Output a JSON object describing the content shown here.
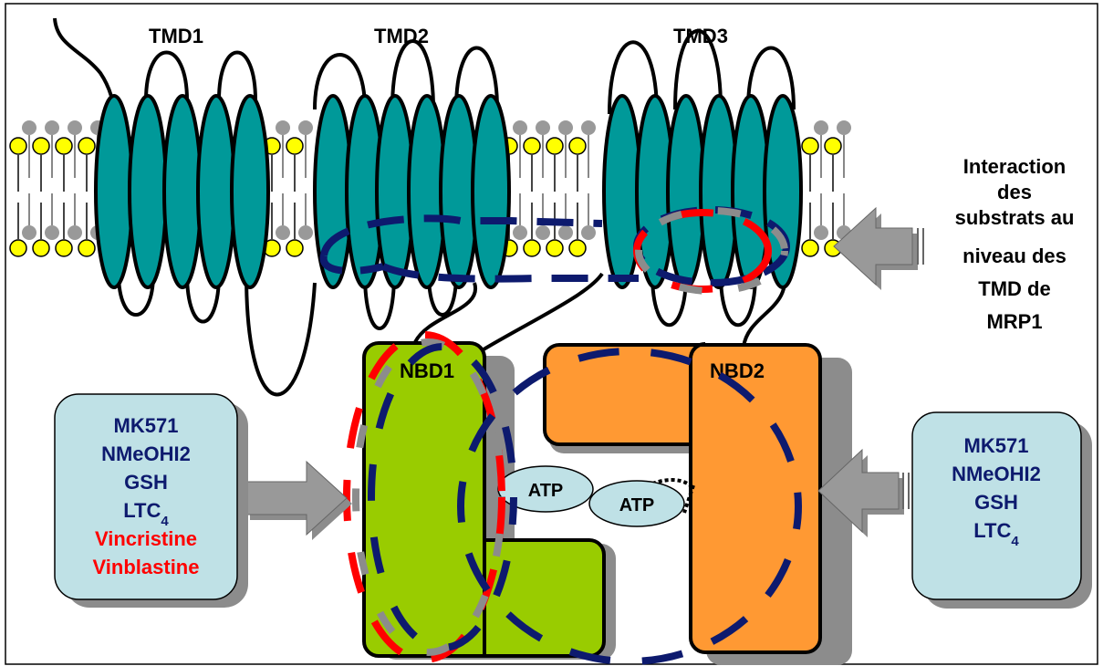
{
  "tmd_labels": [
    "TMD1",
    "TMD2",
    "TMD3"
  ],
  "nbd_labels": [
    "NBD1",
    "NBD2"
  ],
  "atp_labels": [
    "ATP",
    "ATP"
  ],
  "side_note": [
    "Interaction",
    "des",
    "substrats au",
    "niveau des",
    "TMD de",
    "MRP1"
  ],
  "left_box": {
    "lines": [
      {
        "text": "MK571",
        "color": "#0d1a6e"
      },
      {
        "text": "NMeOHI2",
        "color": "#0d1a6e"
      },
      {
        "text": "GSH",
        "color": "#0d1a6e"
      },
      {
        "text": "LTC",
        "sub": "4",
        "color": "#0d1a6e"
      },
      {
        "text": "Vincristine",
        "color": "#ff0000"
      },
      {
        "text": "Vinblastine",
        "color": "#ff0000"
      }
    ]
  },
  "right_box": {
    "lines": [
      {
        "text": "MK571",
        "color": "#0d1a6e"
      },
      {
        "text": "NMeOHI2",
        "color": "#0d1a6e"
      },
      {
        "text": "GSH",
        "color": "#0d1a6e"
      },
      {
        "text": "LTC",
        "sub": "4",
        "color": "#0d1a6e"
      }
    ]
  },
  "colors": {
    "helix": "#009999",
    "nbd1": "#99cc00",
    "nbd2": "#ff9933",
    "box": "#bfe1e6",
    "dash_navy": "#0d1a6e",
    "dash_red": "#ff0000",
    "dash_gray": "#8c8c8c",
    "lipid_head_yellow": "#ffff00",
    "lipid_head_gray": "#999999"
  }
}
